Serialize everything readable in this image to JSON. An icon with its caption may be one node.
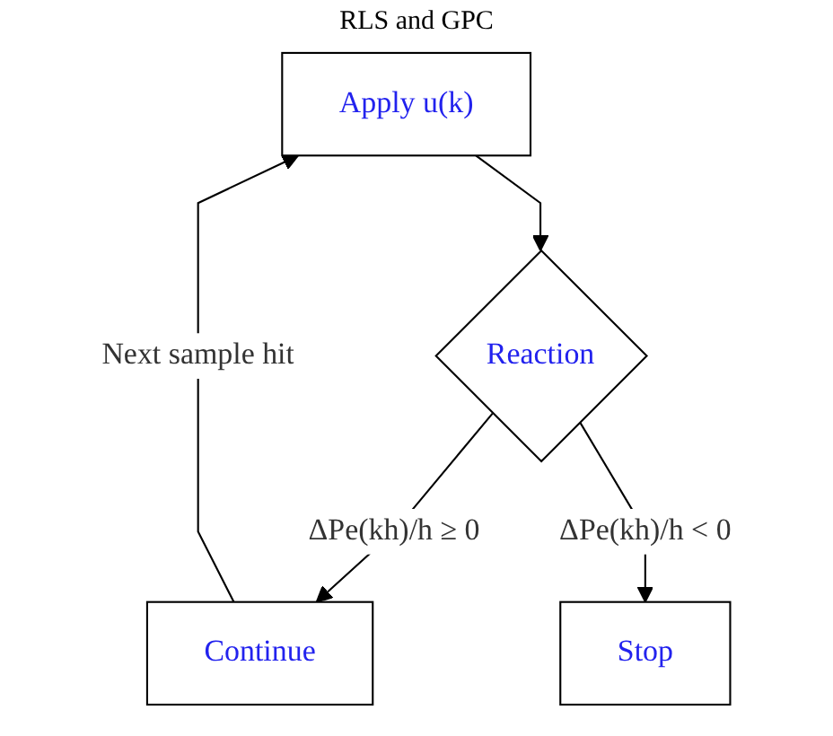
{
  "diagram": {
    "title": "RLS and GPC",
    "nodes": [
      {
        "text": [
          "Apply u(k)"
        ]
      },
      {
        "text": [
          "Reaction"
        ]
      },
      {
        "text": [
          "Continue"
        ]
      },
      {
        "text": [
          "Stop"
        ]
      }
    ],
    "edges": [
      {
        "from": 0,
        "to": 1,
        "arrow": "to"
      },
      {
        "from": 1,
        "to": 2,
        "arrow": "to",
        "label": "ΔPe(kh)/h ≥ 0"
      },
      {
        "from": 1,
        "to": 3,
        "arrow": "to",
        "label": "ΔPe(kh)/h < 0"
      },
      {
        "from": 2,
        "to": 0,
        "arrow": "to",
        "label": "Next sample hit"
      }
    ]
  }
}
